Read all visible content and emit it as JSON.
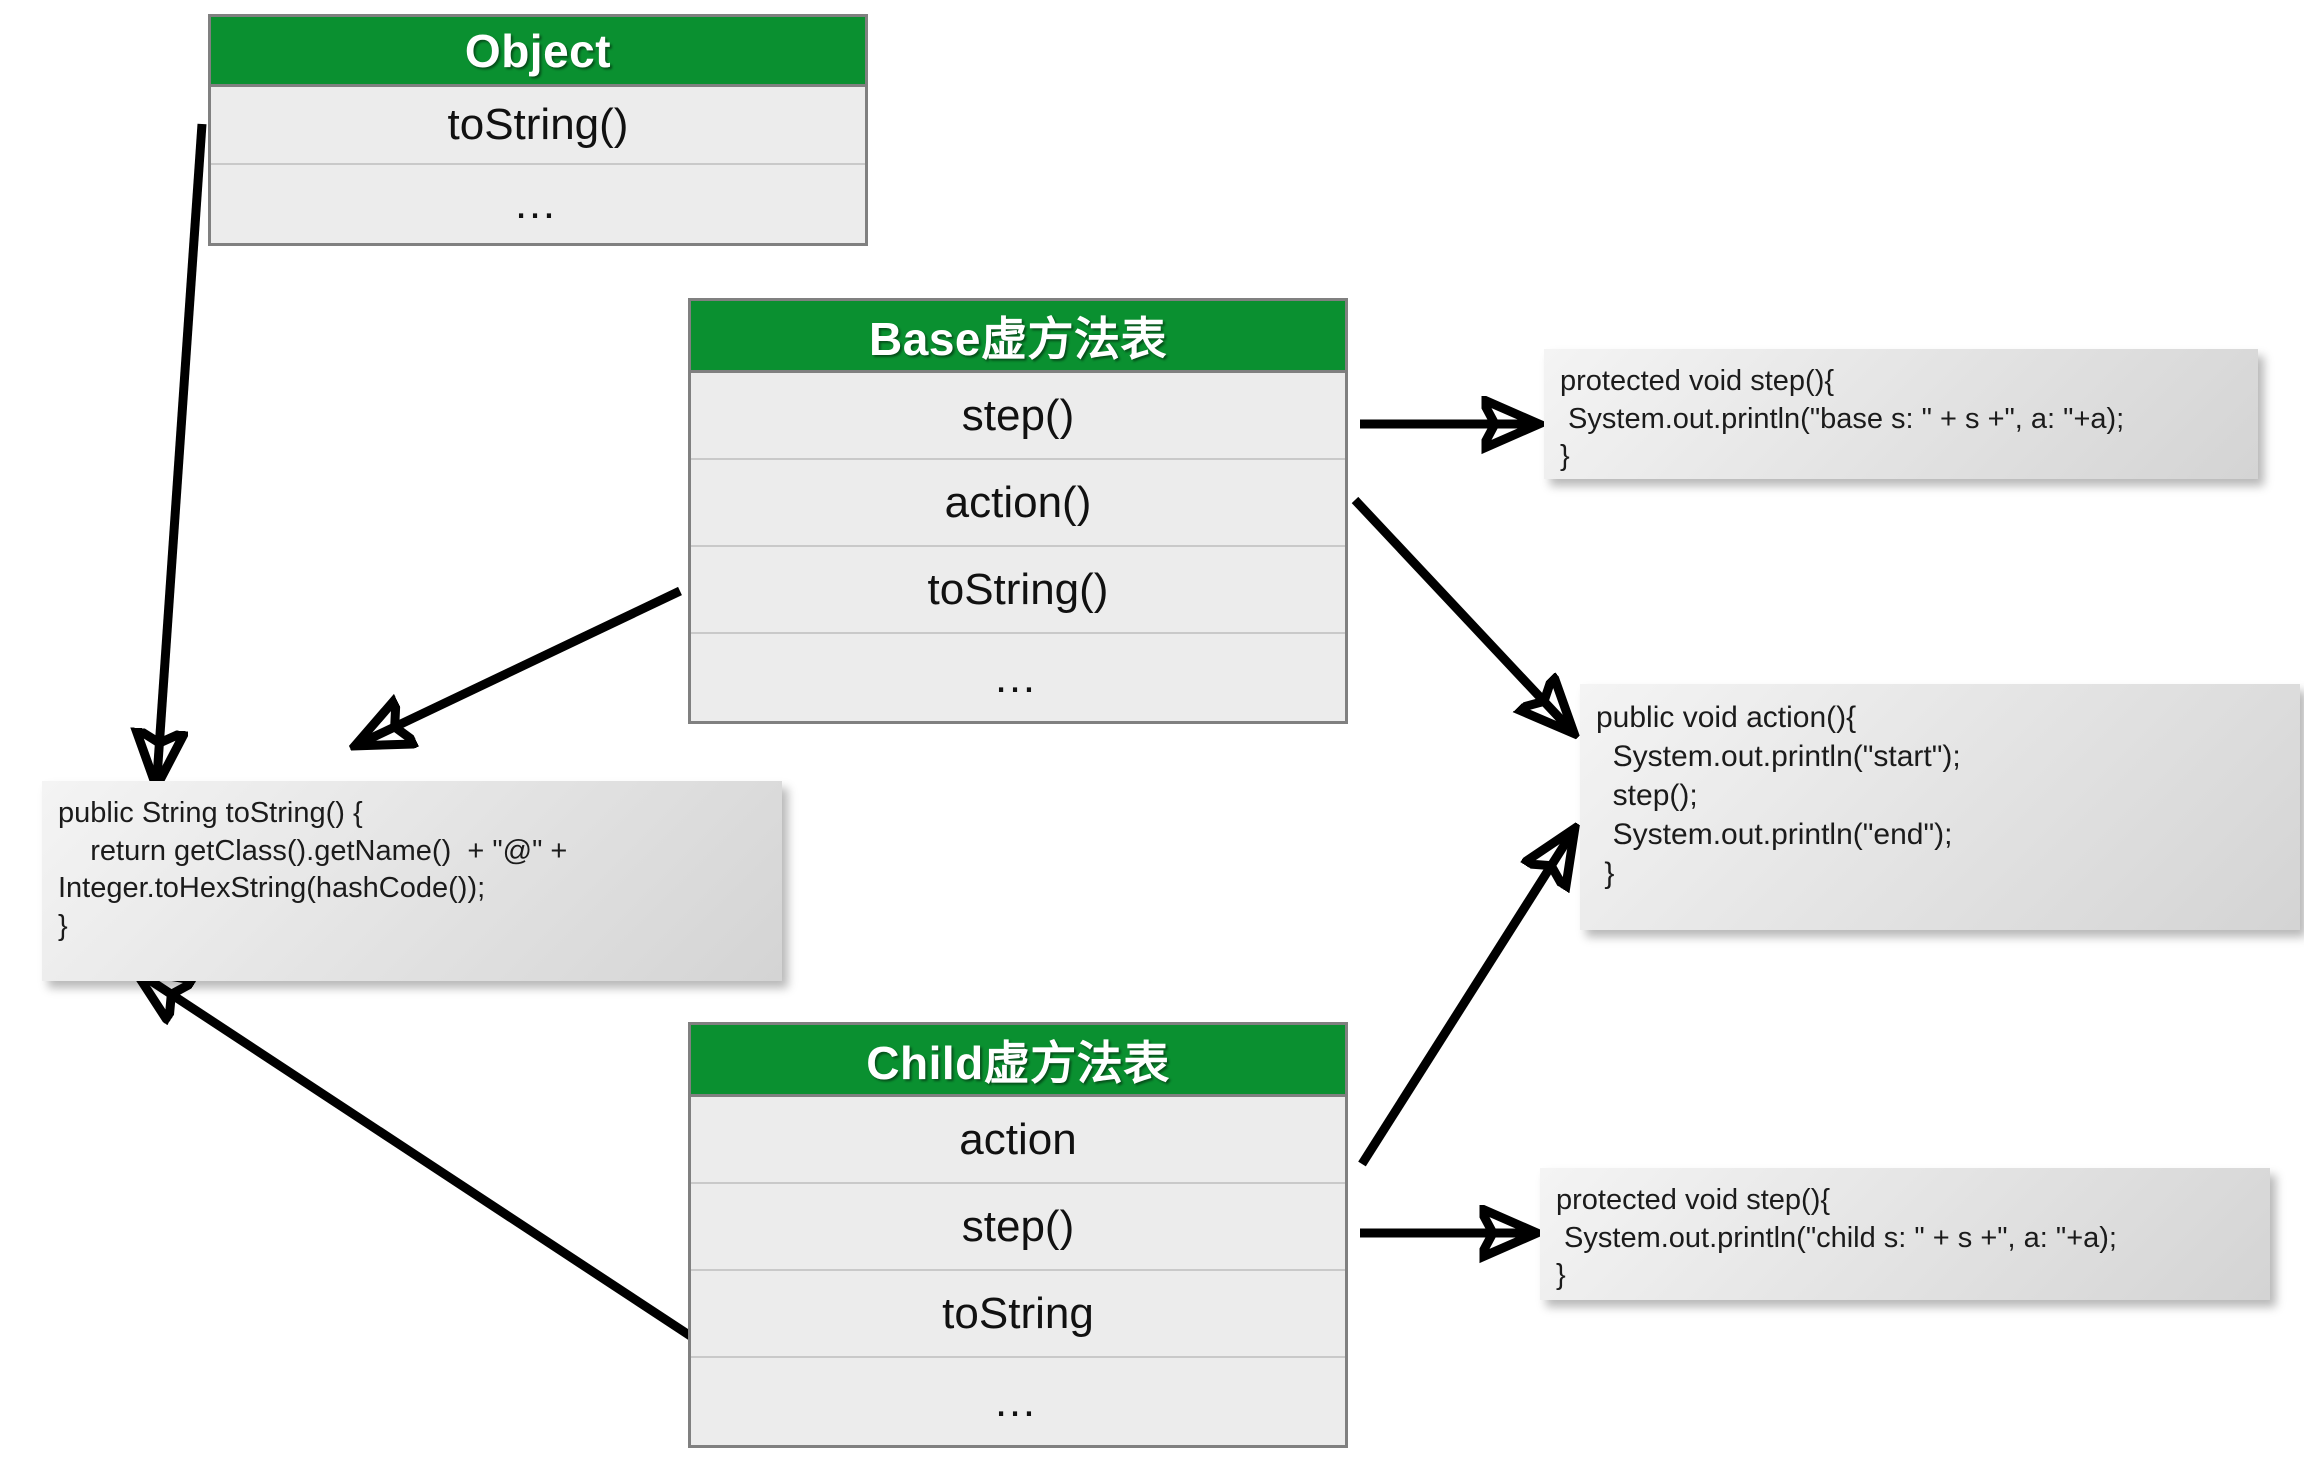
{
  "diagram": {
    "title": "Java virtual method table (vtable) dispatch diagram",
    "accent_green": "#0a9030",
    "row_fill": "#ececec",
    "border_gray": "#808080",
    "code_box_fill": "#e2e2e2"
  },
  "tables": {
    "object": {
      "header": "Object",
      "rows": [
        "toString()",
        "…"
      ]
    },
    "base": {
      "header": "Base虚方法表",
      "rows": [
        "step()",
        "action()",
        "toString()",
        "…"
      ]
    },
    "child": {
      "header": "Child虚方法表",
      "rows": [
        "action",
        "step()",
        "toString",
        "…"
      ]
    }
  },
  "code_boxes": {
    "tostring": "public String toString() {\n    return getClass().getName()  + \"@\" +\nInteger.toHexString(hashCode());\n}",
    "base_step": "protected void step(){\n System.out.println(\"base s: \" + s +\", a: \"+a);\n}",
    "action": "public void action(){\n  System.out.println(\"start\");\n  step();\n  System.out.println(\"end\");\n }",
    "child_step": "protected void step(){\n System.out.println(\"child s: \" + s +\", a: \"+a);\n}"
  },
  "arrows": [
    {
      "name": "object-tostring-to-code",
      "from": "Object.toString() row",
      "to": "public String toString() code box"
    },
    {
      "name": "base-tostring-to-code",
      "from": "Base虚方法表 toString() row",
      "to": "public String toString() code box"
    },
    {
      "name": "base-step-to-code",
      "from": "Base虚方法表 step() row",
      "to": "protected void step(){ base } code box"
    },
    {
      "name": "base-action-to-code",
      "from": "Base虚方法表 action() row",
      "to": "public void action(){ } code box"
    },
    {
      "name": "child-action-to-code",
      "from": "Child虚方法表 action row",
      "to": "public void action(){ } code box"
    },
    {
      "name": "child-step-to-code",
      "from": "Child虚方法表 step() row",
      "to": "protected void step(){ child } code box"
    },
    {
      "name": "child-tostring-to-code",
      "from": "Child虚方法表 toString row",
      "to": "public String toString() code box"
    }
  ]
}
